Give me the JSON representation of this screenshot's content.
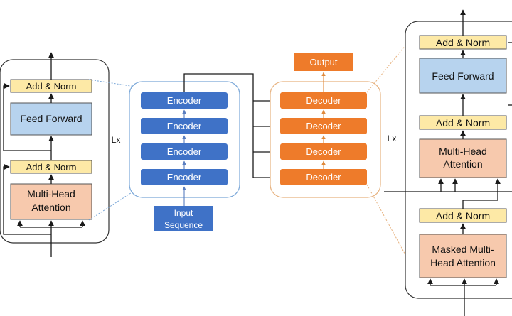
{
  "labels": {
    "add_norm": "Add & Norm",
    "feed_forward": "Feed Forward",
    "multi_head_line1": "Multi-Head",
    "multi_head_line2": "Attention",
    "masked_line1": "Masked Multi-",
    "masked_line2": "Head Attention",
    "encoder": "Encoder",
    "decoder": "Decoder",
    "output": "Output",
    "input_line1": "Input",
    "input_line2": "Sequence",
    "repeat": "Lx"
  },
  "colors": {
    "add_norm_fill": "#fde9a6",
    "feed_forward_fill": "#b7d3ee",
    "attention_fill": "#f7c9ad",
    "encoder_fill": "#3f72c7",
    "decoder_fill": "#ee7b2a",
    "input_fill": "#3f72c7",
    "output_fill": "#ee7b2a",
    "stack_border_encoder": "#7aa7d8",
    "stack_border_decoder": "#e7b27f",
    "line": "#1a1a1a"
  },
  "icons": {
    "arrow": "arrow-icon"
  }
}
